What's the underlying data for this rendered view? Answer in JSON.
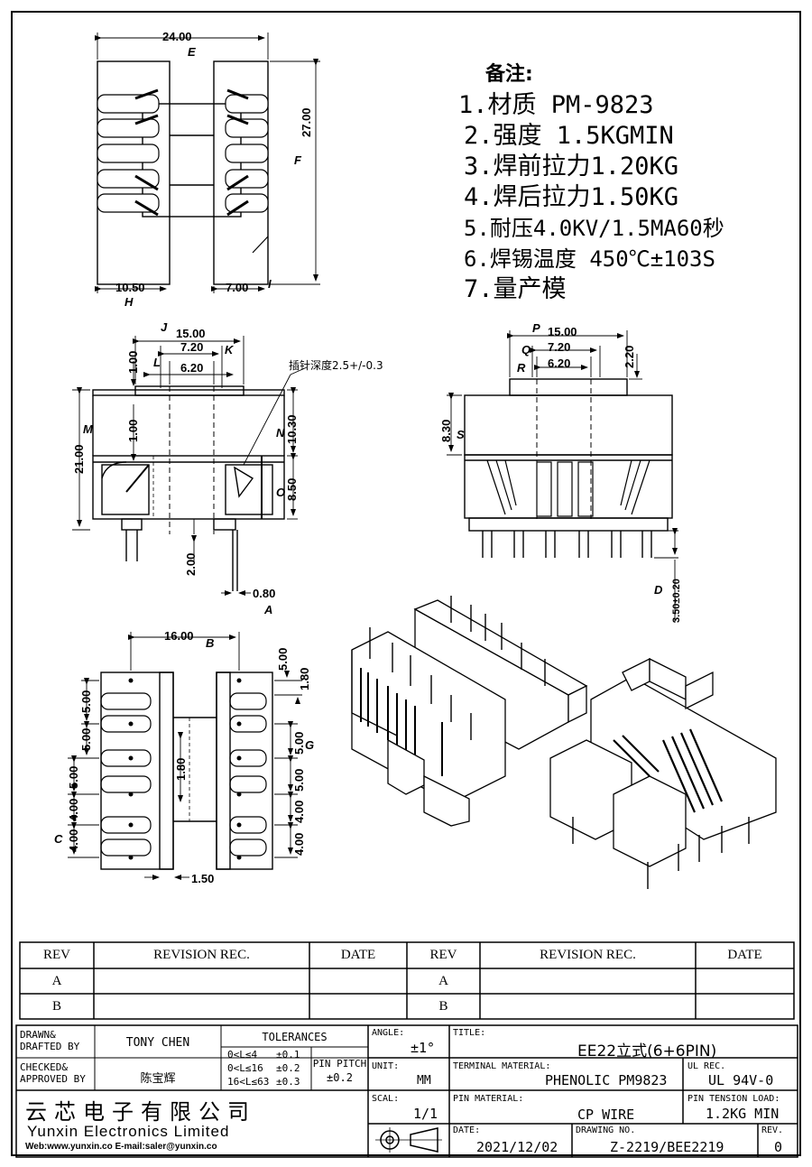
{
  "drawing": {
    "dims_top": {
      "width": "24.00",
      "height": "27.00",
      "left": "10.50",
      "right": "7.00",
      "lbl_width": "E",
      "lbl_height": "F",
      "lbl_left": "H",
      "lbl_right": "I"
    },
    "dims_front": {
      "a": "15.00",
      "b": "7.20",
      "c": "6.20",
      "d": "1.00",
      "e": "1.00",
      "f": "21.00",
      "g": "10.30",
      "h": "8.50",
      "i": "2.00",
      "j": "0.80",
      "lbl_a": "J",
      "lbl_b": "K",
      "lbl_c": "L",
      "lbl_f": "M",
      "lbl_g": "N",
      "lbl_h": "O",
      "lbl_j": "A",
      "pin_depth_note": "插针深度2.5+/-0.3"
    },
    "dims_side": {
      "a": "15.00",
      "b": "7.20",
      "c": "6.20",
      "d": "2.20",
      "e": "8.30",
      "f": "3.50±0.20",
      "lbl_a": "P",
      "lbl_b": "Q",
      "lbl_c": "R",
      "lbl_e": "S",
      "lbl_f": "D"
    },
    "dims_bottom": {
      "a": "16.00",
      "b": "5.00",
      "c": "1.80",
      "d": "5.00",
      "e": "5.00",
      "f": "5.00",
      "g": "4.00",
      "h": "4.00",
      "i": "1.80",
      "j": "1.50",
      "r1": "5.00",
      "r2": "5.00",
      "r3": "4.00",
      "r4": "4.00",
      "lbl_a": "B",
      "lbl_left": "C",
      "lbl_right": "G"
    }
  },
  "notes": {
    "header": "备注:",
    "lines": [
      "1.材质 PM-9823",
      "2.强度 1.5KGMIN",
      "3.焊前拉力1.20KG",
      "4.焊后拉力1.50KG",
      "5.耐压4.0KV/1.5MA60秒",
      "6.焊锡温度 450℃±103S",
      "7.量产模"
    ]
  },
  "revision_table": {
    "headers": [
      "REV",
      "REVISION REC.",
      "DATE",
      "REV",
      "REVISION REC.",
      "DATE"
    ],
    "rows": [
      "A",
      "B"
    ]
  },
  "title_block": {
    "drawn_label": "DRAWN&\nDRAFTED BY",
    "drawn_value": "TONY CHEN",
    "checked_label": "CHECKED&\nAPPROVED BY",
    "checked_value": "陈宝辉",
    "tolerances_label": "TOLERANCES",
    "tol_rows": [
      [
        "0<L≤4",
        "±0.1"
      ],
      [
        "0<L≤16",
        "±0.2"
      ],
      [
        "16<L≤63",
        "±0.3"
      ]
    ],
    "pin_pitch_label": "PIN PITCH",
    "pin_pitch_value": "±0.2",
    "angle_label": "ANGLE:",
    "angle_value": "±1°",
    "unit_label": "UNIT:",
    "unit_value": "MM",
    "scal_label": "SCAL:",
    "scal_value": "1/1",
    "title_label": "TITLE:",
    "title_value": "EE22立式(6+6PIN)",
    "terminal_label": "TERMINAL MATERIAL:",
    "terminal_value": "PHENOLIC PM9823",
    "ul_label": "UL REC.",
    "ul_value": "UL 94V-0",
    "pin_mat_label": "PIN MATERIAL:",
    "pin_mat_value": "CP WIRE",
    "tension_label": "PIN TENSION LOAD:",
    "tension_value": "1.2KG MIN",
    "date_label": "DATE:",
    "date_value": "2021/12/02",
    "drawing_no_label": "DRAWING NO.",
    "drawing_no_value": "Z-2219/BEE2219",
    "rev_label": "REV.",
    "rev_value": "0",
    "company_cn": "云芯电子有限公司",
    "company_en": "Yunxin Electronics Limited",
    "company_web": "Web:www.yunxin.co E-mail:saler@yunxin.co"
  }
}
